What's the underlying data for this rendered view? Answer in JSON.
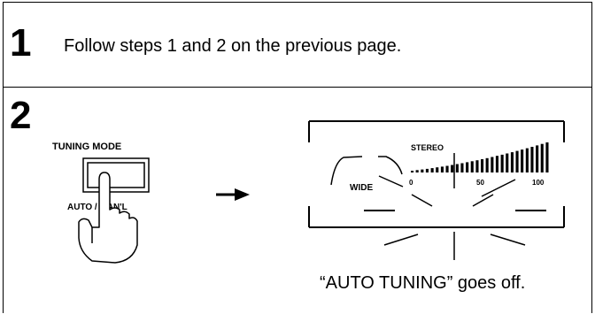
{
  "step1": {
    "number": "1",
    "text": "Follow steps 1 and 2 on the previous page."
  },
  "step2": {
    "number": "2",
    "button_label_top": "TUNING MODE",
    "button_label_bottom": "AUTO / MAN'L",
    "arrow_icon": "right-arrow-icon",
    "display": {
      "indicator_wide": "WIDE",
      "indicator_stereo": "STEREO",
      "scale_ticks": [
        "0",
        "50",
        "100"
      ],
      "signal_level": 0.85
    },
    "caption": "“AUTO TUNING” goes off."
  }
}
